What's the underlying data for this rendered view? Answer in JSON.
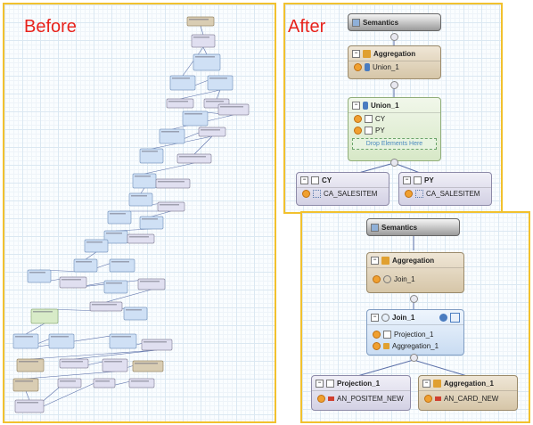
{
  "labels": {
    "before": "Before",
    "after": "After"
  },
  "colors": {
    "frame": "#f2c12e",
    "label": "#e8231c",
    "link": "#5a6fa8"
  },
  "before_nodes": 44,
  "after_top": {
    "semantics": "Semantics",
    "aggregation": {
      "title": "Aggregation",
      "input": "Union_1"
    },
    "union": {
      "title": "Union_1",
      "inputs": [
        "CY",
        "PY"
      ],
      "drop": "Drop Elements Here"
    },
    "cy": {
      "title": "CY",
      "source": "CA_SALESITEM"
    },
    "py": {
      "title": "PY",
      "source": "CA_SALESITEM"
    }
  },
  "after_bottom": {
    "semantics": "Semantics",
    "aggregation": {
      "title": "Aggregation",
      "input": "Join_1"
    },
    "join": {
      "title": "Join_1",
      "inputs": [
        "Projection_1",
        "Aggregation_1"
      ]
    },
    "projection": {
      "title": "Projection_1",
      "source": "AN_POSITEM_NEW"
    },
    "aggregation1": {
      "title": "Aggregation_1",
      "source": "AN_CARD_NEW"
    }
  }
}
